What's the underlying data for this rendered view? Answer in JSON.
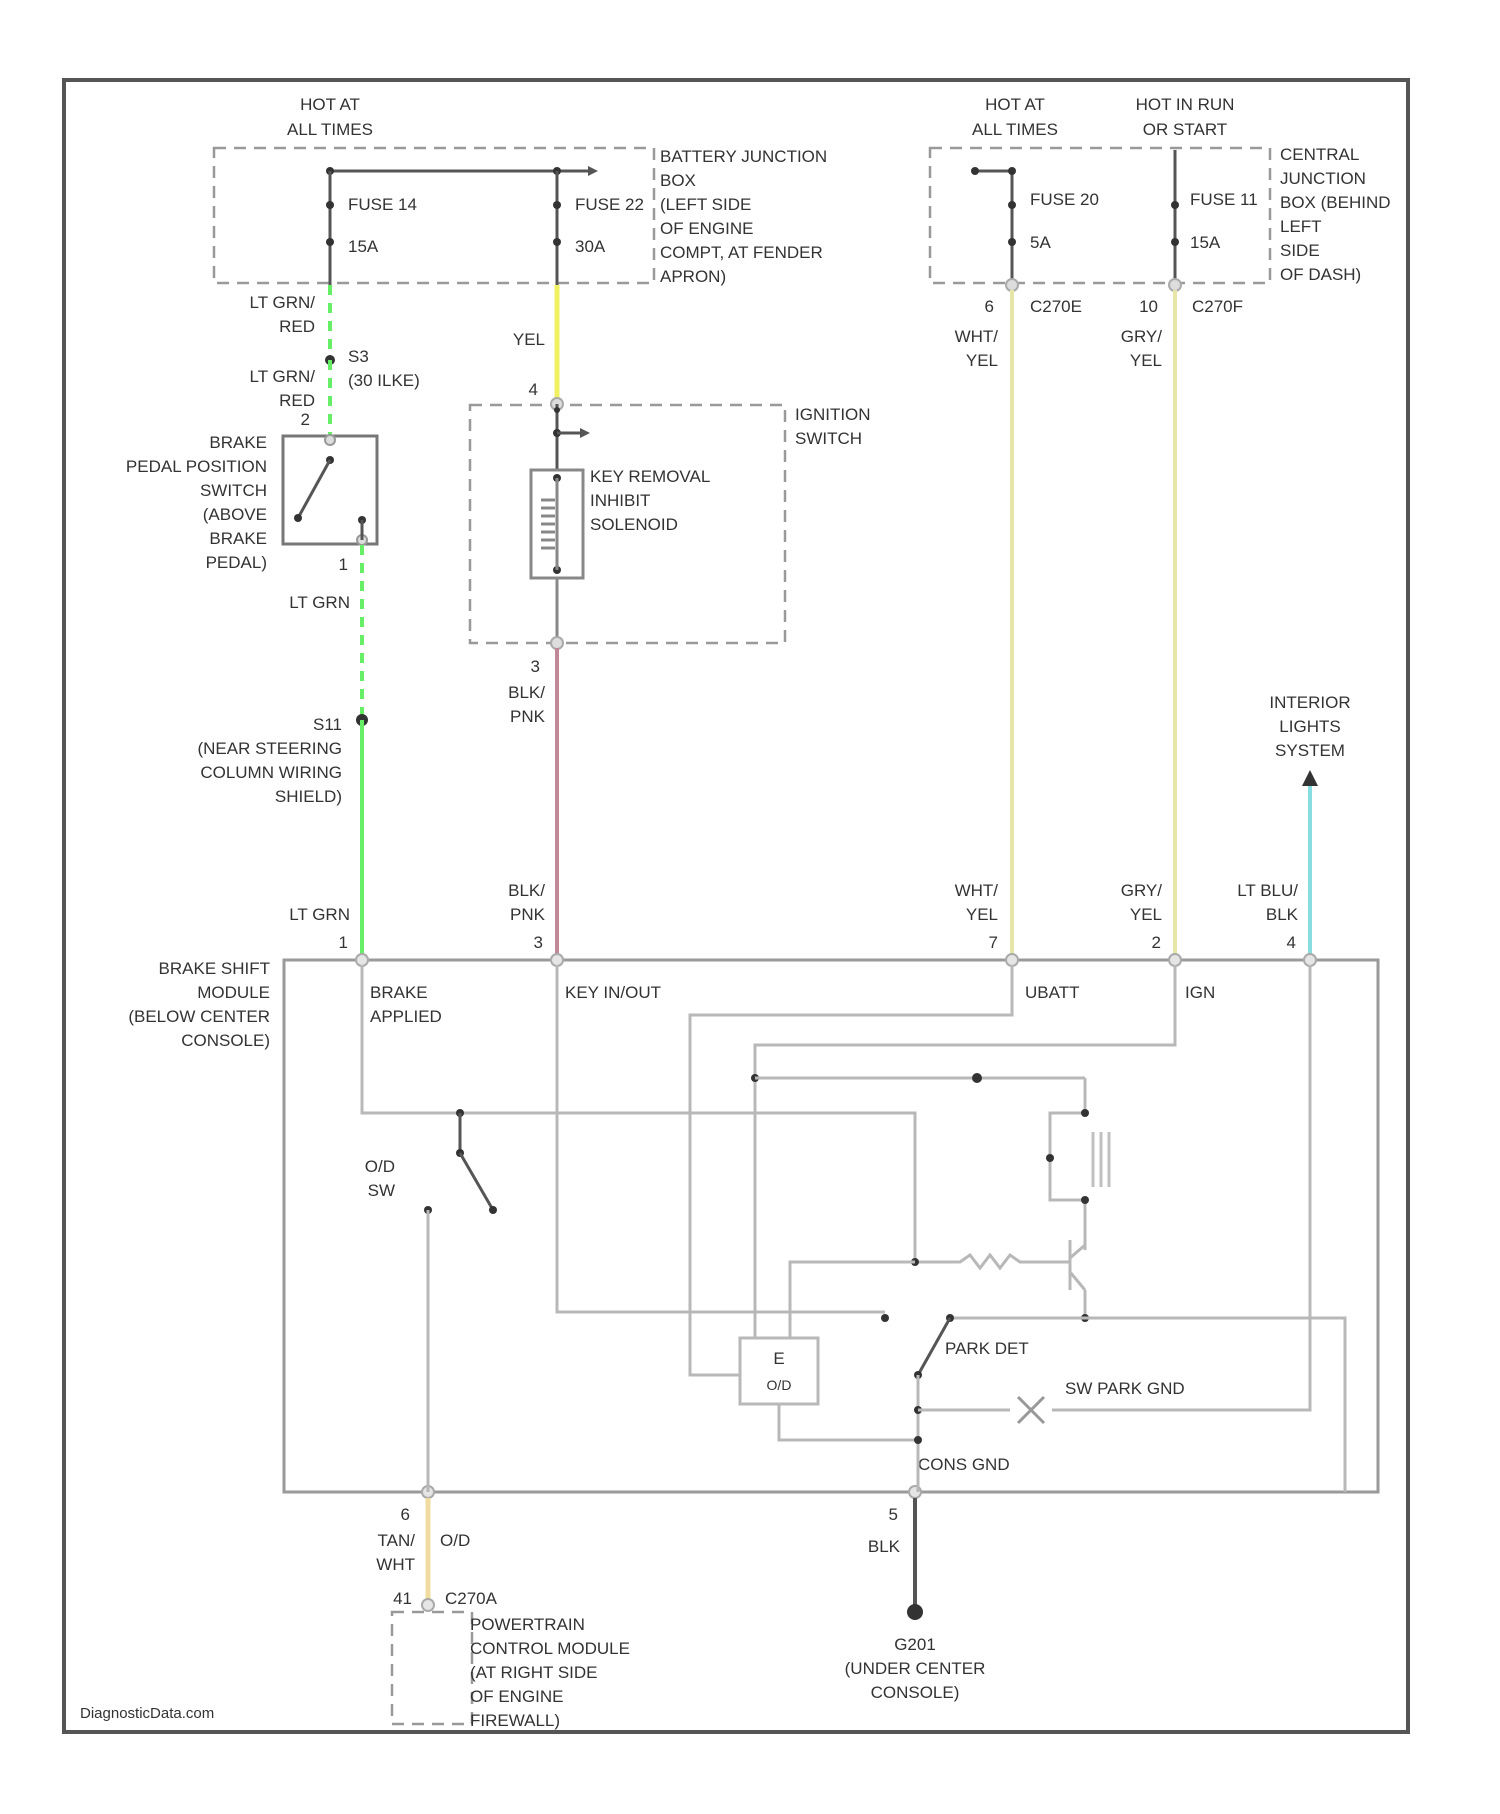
{
  "colors": {
    "lt_grn": "#66ee66",
    "yel": "#f0f060",
    "blk_pnk": "#c08898",
    "wht_yel": "#e6e6a8",
    "gry_yel": "#e6e6a8",
    "lt_blu_blk": "#88dde0",
    "tan_wht": "#f0dca0",
    "blk": "#555555",
    "wire_internal": "#b8b8b8"
  },
  "supply": {
    "hot_at_all_times_1": [
      "HOT AT",
      "ALL TIMES"
    ],
    "hot_at_all_times_2": [
      "HOT AT",
      "ALL TIMES"
    ],
    "hot_in_run_or_start": [
      "HOT IN RUN",
      "OR START"
    ]
  },
  "battery_junction_box": {
    "label": [
      "BATTERY JUNCTION",
      "BOX",
      "(LEFT SIDE",
      "OF ENGINE",
      "COMPT, AT FENDER",
      "APRON)"
    ],
    "fuse_14": "FUSE 14",
    "fuse_14_rating": "15A",
    "fuse_22": "FUSE 22",
    "fuse_22_rating": "30A"
  },
  "central_junction_box": {
    "label": [
      "CENTRAL",
      "JUNCTION",
      "BOX (BEHIND",
      "LEFT",
      "SIDE",
      "OF DASH)"
    ],
    "fuse_20": "FUSE 20",
    "fuse_20_rating": "5A",
    "fuse_11": "FUSE 11",
    "fuse_11_rating": "15A",
    "pin_c270e": "6",
    "conn_c270e": "C270E",
    "pin_c270f": "10",
    "conn_c270f": "C270F"
  },
  "wires": {
    "lt_grn_red_1": [
      "LT GRN/",
      "RED"
    ],
    "lt_grn_red_2": [
      "LT GRN/",
      "RED"
    ],
    "s3": [
      "S3",
      "(30 ILKE)"
    ],
    "yel": "YEL",
    "wht_yel_top": [
      "WHT/",
      "YEL"
    ],
    "gry_yel_top": [
      "GRY/",
      "YEL"
    ],
    "lt_grn_mid": "LT GRN",
    "s11": [
      "S11",
      "(NEAR STEERING",
      "COLUMN WIRING",
      "SHIELD)"
    ],
    "blk_pnk_mid": [
      "BLK/",
      "PNK"
    ],
    "lt_grn_bottom": "LT GRN",
    "blk_pnk_bottom": [
      "BLK/",
      "PNK"
    ],
    "wht_yel_bottom": [
      "WHT/",
      "YEL"
    ],
    "gry_yel_bottom": [
      "GRY/",
      "YEL"
    ],
    "lt_blu_blk": [
      "LT BLU/",
      "BLK"
    ],
    "tan_wht": [
      "TAN/",
      "WHT"
    ],
    "c270a": "C270A",
    "blk": "BLK"
  },
  "brake_pedal_switch": {
    "label": [
      "BRAKE",
      "PEDAL POSITION",
      "SWITCH",
      "(ABOVE",
      "BRAKE",
      "PEDAL)"
    ],
    "pin_top": "2",
    "pin_bottom": "1"
  },
  "ignition_switch": {
    "label": [
      "IGNITION",
      "SWITCH"
    ],
    "solenoid_label": [
      "KEY REMOVAL",
      "INHIBIT",
      "SOLENOID"
    ],
    "pin_top": "4",
    "pin_bottom": "3"
  },
  "interior_lights": {
    "label": [
      "INTERIOR",
      "LIGHTS",
      "SYSTEM"
    ]
  },
  "brake_shift_module": {
    "label": [
      "BRAKE SHIFT",
      "MODULE",
      "(BELOW CENTER",
      "CONSOLE)"
    ],
    "brake_applied": [
      "BRAKE",
      "APPLIED"
    ],
    "key_in_out": "KEY IN/OUT",
    "ubatt": "UBATT",
    "ign": "IGN",
    "od_sw": [
      "O/D",
      "SW"
    ],
    "park_det": "PARK DET",
    "sw_park_gnd": "SW PARK GND",
    "cons_gnd": "CONS GND",
    "e_symbol": "E",
    "pin_1": "1",
    "pin_3": "3",
    "pin_7": "7",
    "pin_2": "2",
    "pin_4": "4",
    "pin_6": "6",
    "pin_5": "5",
    "od_switch_code": "O/D"
  },
  "pcm": {
    "pin": "41",
    "label": [
      "POWERTRAIN",
      "CONTROL MODULE",
      "(AT RIGHT SIDE",
      "OF ENGINE",
      "FIREWALL)"
    ]
  },
  "ground": {
    "label": [
      "G201",
      "(UNDER CENTER",
      "CONSOLE)"
    ]
  },
  "watermark": "DiagnosticData.com"
}
